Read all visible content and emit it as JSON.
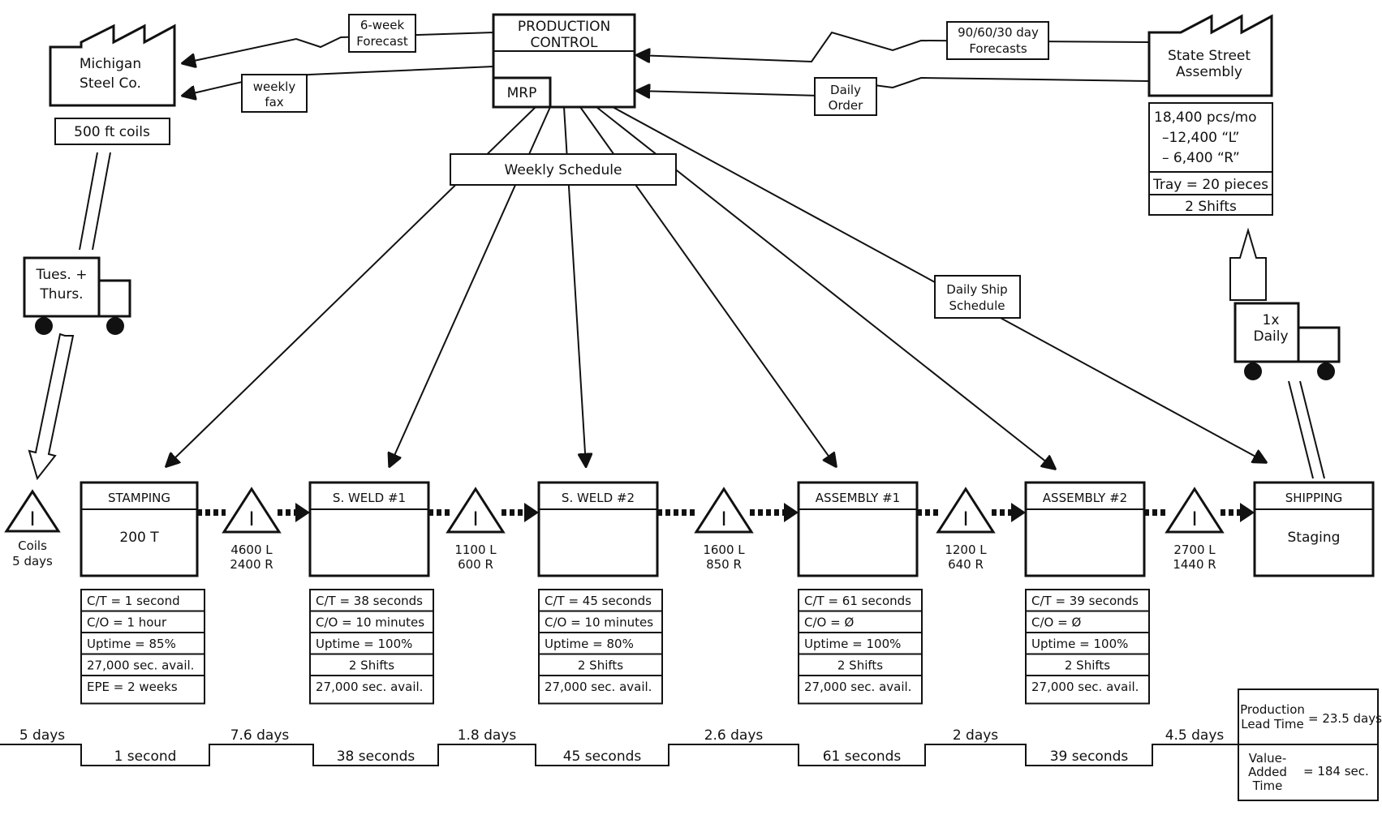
{
  "production_control": {
    "title_line1": "PRODUCTION",
    "title_line2": "CONTROL",
    "mrp": "MRP"
  },
  "supplier": {
    "name_line1": "Michigan",
    "name_line2": "Steel Co.",
    "material": "500 ft coils"
  },
  "customer": {
    "name_line1": "State Street",
    "name_line2": "Assembly",
    "demand": [
      "18,400 pcs/mo",
      "–12,400 “L”",
      "– 6,400 “R”"
    ],
    "tray": "Tray = 20 pieces",
    "shifts": "2 Shifts"
  },
  "info_flows": {
    "six_week_forecast": [
      "6-week",
      "Forecast"
    ],
    "weekly_fax": [
      "weekly",
      "fax"
    ],
    "customer_forecasts": [
      "90/60/30 day",
      "Forecasts"
    ],
    "daily_order": [
      "Daily",
      "Order"
    ],
    "weekly_schedule": "Weekly Schedule",
    "daily_ship_schedule": [
      "Daily Ship",
      "Schedule"
    ]
  },
  "trucks": {
    "inbound": [
      "Tues. +",
      "Thurs."
    ],
    "outbound": [
      "1x",
      "Daily"
    ]
  },
  "raw_inventory": {
    "symbol": "I",
    "label": [
      "Coils",
      "5 days"
    ]
  },
  "processes": [
    {
      "name": "STAMPING",
      "inner": "200 T",
      "data": [
        "C/T = 1 second",
        "C/O =  1 hour",
        "Uptime = 85%",
        "27,000 sec. avail.",
        "EPE = 2 weeks"
      ]
    },
    {
      "name": "S. WELD #1",
      "inner": "",
      "data": [
        "C/T = 38 seconds",
        "C/O =  10 minutes",
        "Uptime = 100%",
        "2 Shifts",
        "27,000 sec. avail."
      ]
    },
    {
      "name": "S. WELD #2",
      "inner": "",
      "data": [
        "C/T = 45 seconds",
        "C/O =  10 minutes",
        "Uptime = 80%",
        "2 Shifts",
        "27,000 sec. avail."
      ]
    },
    {
      "name": "ASSEMBLY #1",
      "inner": "",
      "data": [
        "C/T = 61 seconds",
        "C/O =  Ø",
        "Uptime = 100%",
        "2 Shifts",
        "27,000 sec. avail."
      ]
    },
    {
      "name": "ASSEMBLY #2",
      "inner": "",
      "data": [
        "C/T = 39 seconds",
        "C/O =  Ø",
        "Uptime = 100%",
        "2 Shifts",
        "27,000 sec. avail."
      ]
    },
    {
      "name": "SHIPPING",
      "inner": "Staging",
      "data": []
    }
  ],
  "inventories": [
    {
      "symbol": "I",
      "label": [
        "4600 L",
        "2400 R"
      ]
    },
    {
      "symbol": "I",
      "label": [
        "1100 L",
        "600 R"
      ]
    },
    {
      "symbol": "I",
      "label": [
        "1600 L",
        "850 R"
      ]
    },
    {
      "symbol": "I",
      "label": [
        "1200 L",
        "640 R"
      ]
    },
    {
      "symbol": "I",
      "label": [
        "2700 L",
        "1440 R"
      ]
    }
  ],
  "timeline": {
    "waits": [
      "5 days",
      "7.6 days",
      "1.8 days",
      "2.6 days",
      "2 days",
      "4.5 days"
    ],
    "process_times": [
      "1 second",
      "38 seconds",
      "45 seconds",
      "61 seconds",
      "39 seconds"
    ]
  },
  "summary": {
    "lead_time_label": [
      "Production",
      "Lead Time"
    ],
    "lead_time_value": "= 23.5 days",
    "value_added_label": [
      "Value-",
      "Added",
      "Time"
    ],
    "value_added_value": "= 184 sec."
  }
}
